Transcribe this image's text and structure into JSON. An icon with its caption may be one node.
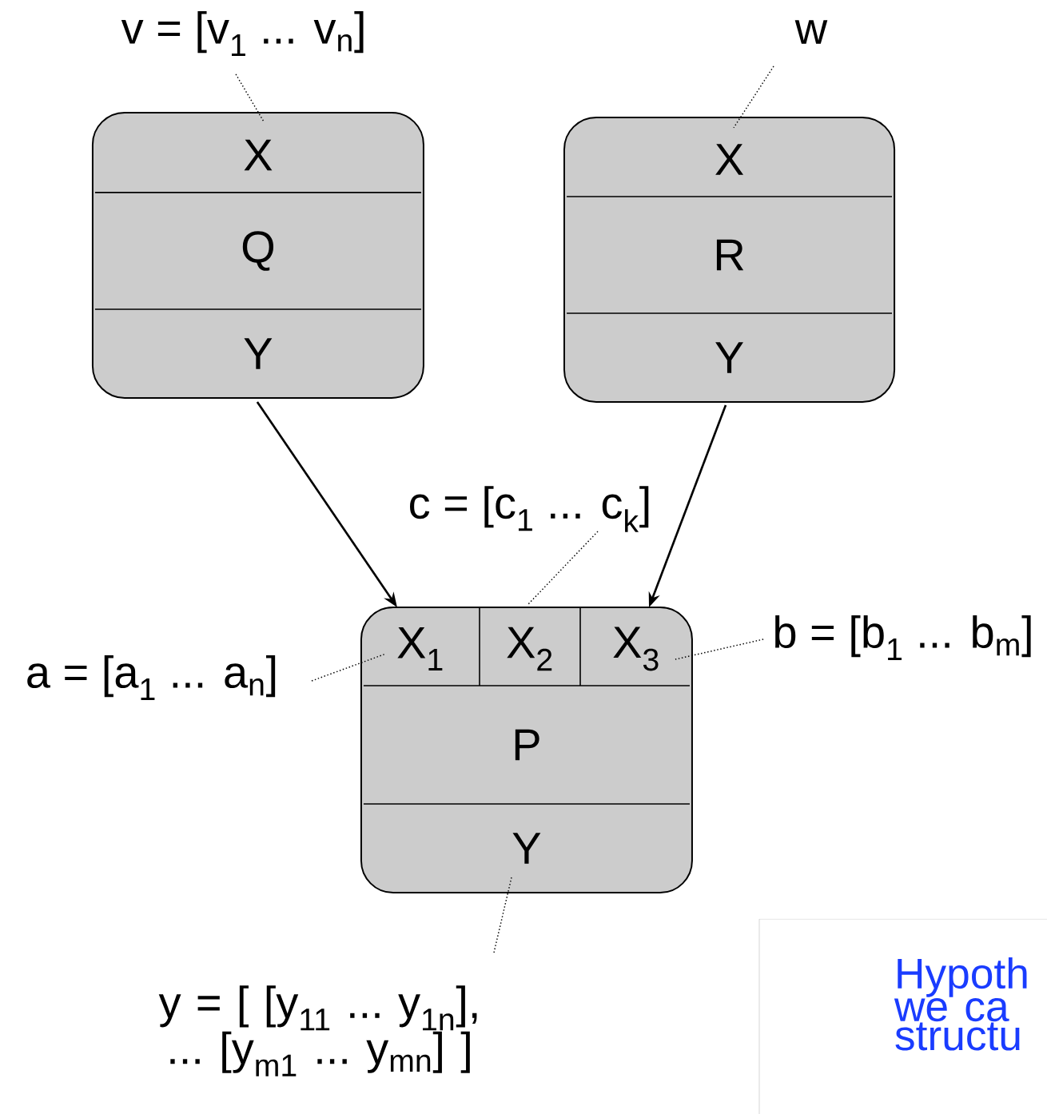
{
  "diagram": {
    "nodes": [
      {
        "text": [
          "v = [v$_{1}$ ... v$_{n}$]"
        ]
      },
      {
        "text": [
          "w"
        ]
      },
      {
        "text": [
          "X",
          "Q",
          "Y"
        ]
      },
      {
        "text": [
          "X",
          "R",
          "Y"
        ]
      },
      {
        "text": [
          "c = [c$_{1}$ ... c$_{k}$]"
        ]
      },
      {
        "text": [
          "a = [a$_{1}$ ... a$_{n}$]"
        ]
      },
      {
        "text": [
          "b = [b$_{1}$ ... b$_{m}$]"
        ]
      },
      {
        "text": [
          "X$_{1}$",
          "X$_{2}$",
          "X$_{3}$",
          "P",
          "Y"
        ]
      },
      {
        "text": [
          "y = [ [y$_{11}$ ... y$_{1n}$], ... [y$_{m1}$ ... y$_{mn}$] ]"
        ]
      },
      {
        "text": [
          "Hypoth we ca structu"
        ]
      }
    ],
    "edges": [
      {
        "from": 0,
        "to": 2,
        "arrow": "none",
        "style": "dashed"
      },
      {
        "from": 1,
        "to": 3,
        "arrow": "none",
        "style": "dashed"
      },
      {
        "from": 2,
        "to": 7,
        "arrow": "to"
      },
      {
        "from": 3,
        "to": 7,
        "arrow": "to"
      },
      {
        "from": 4,
        "to": 7,
        "arrow": "none",
        "style": "dashed"
      },
      {
        "from": 5,
        "to": 7,
        "arrow": "none",
        "style": "dashed"
      },
      {
        "from": 6,
        "to": 7,
        "arrow": "none",
        "style": "dashed"
      },
      {
        "from": 8,
        "to": 7,
        "arrow": "none",
        "style": "dashed"
      }
    ]
  }
}
